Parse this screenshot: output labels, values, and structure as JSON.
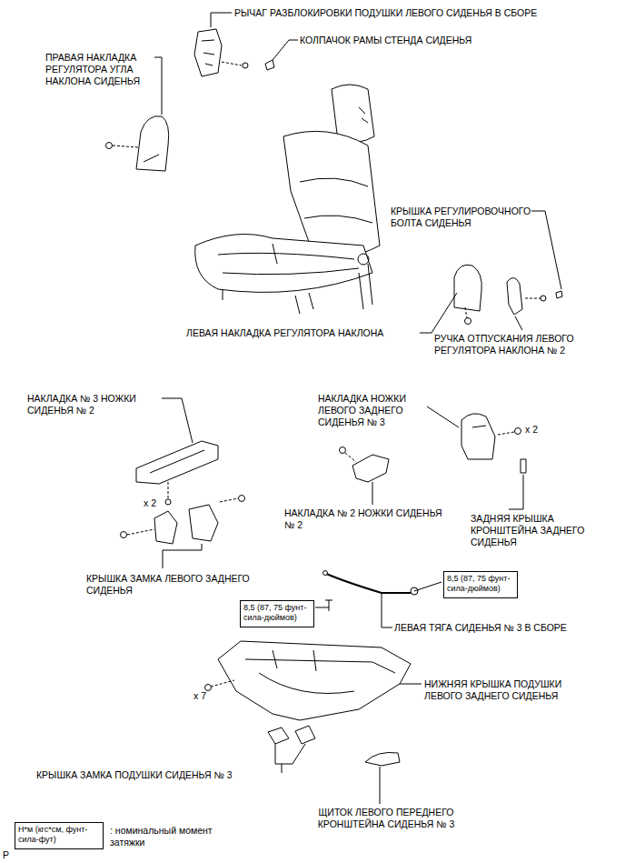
{
  "diagram": {
    "nodes": [
      {
        "text": [
          "8,5 (87, 75 фунт-сила-дюймов)"
        ]
      },
      {
        "text": [
          "8,5 (87, 75 фунт-сила-дюймов)"
        ]
      },
      {
        "text": [
          "Н*м (кгс*см, фунт-сила-фут)"
        ]
      }
    ],
    "labels": [
      "РЫЧАГ РАЗБЛОКИРОВКИ ПОДУШКИ ЛЕВОГО СИДЕНЬЯ В СБОРЕ",
      "КОЛПАЧОК РАМЫ СТЕНДА СИДЕНЬЯ",
      "ПРАВАЯ НАКЛАДКА РЕГУЛЯТОРА УГЛА НАКЛОНА СИДЕНЬЯ",
      "КРЫШКА РЕГУЛИРОВОЧНОГО БОЛТА СИДЕНЬЯ",
      "ЛЕВАЯ НАКЛАДКА РЕГУЛЯТОРА НАКЛОНА",
      "РУЧКА ОТПУСКАНИЯ ЛЕВОГО РЕГУЛЯТОРА НАКЛОНА № 2",
      "НАКЛАДКА № 3 НОЖКИ СИДЕНЬЯ № 2",
      "НАКЛАДКА НОЖКИ ЛЕВОГО ЗАДНЕГО СИДЕНЬЯ № 3",
      "x 2",
      "x 2",
      "НАКЛАДКА № 2 НОЖКИ СИДЕНЬЯ № 2",
      "ЗАДНЯЯ КРЫШКА КРОНШТЕЙНА ЗАДНЕГО СИДЕНЬЯ",
      "КРЫШКА ЗАМКА ЛЕВОГО ЗАДНЕГО СИДЕНЬЯ",
      "ЛЕВАЯ ТЯГА СИДЕНЬЯ № 3 В СБОРЕ",
      "x 7",
      "НИЖНЯЯ КРЫШКА ПОДУШКИ ЛЕВОГО ЗАДНЕГО СИДЕНЬЯ",
      "КРЫШКА ЗАМКА ПОДУШКИ СИДЕНЬЯ № 3",
      "ЩИТОК ЛЕВОГО ПЕРЕДНЕГО КРОНШТЕЙНА СИДЕНЬЯ № 3",
      ": номинальный момент затяжки",
      "P"
    ]
  }
}
